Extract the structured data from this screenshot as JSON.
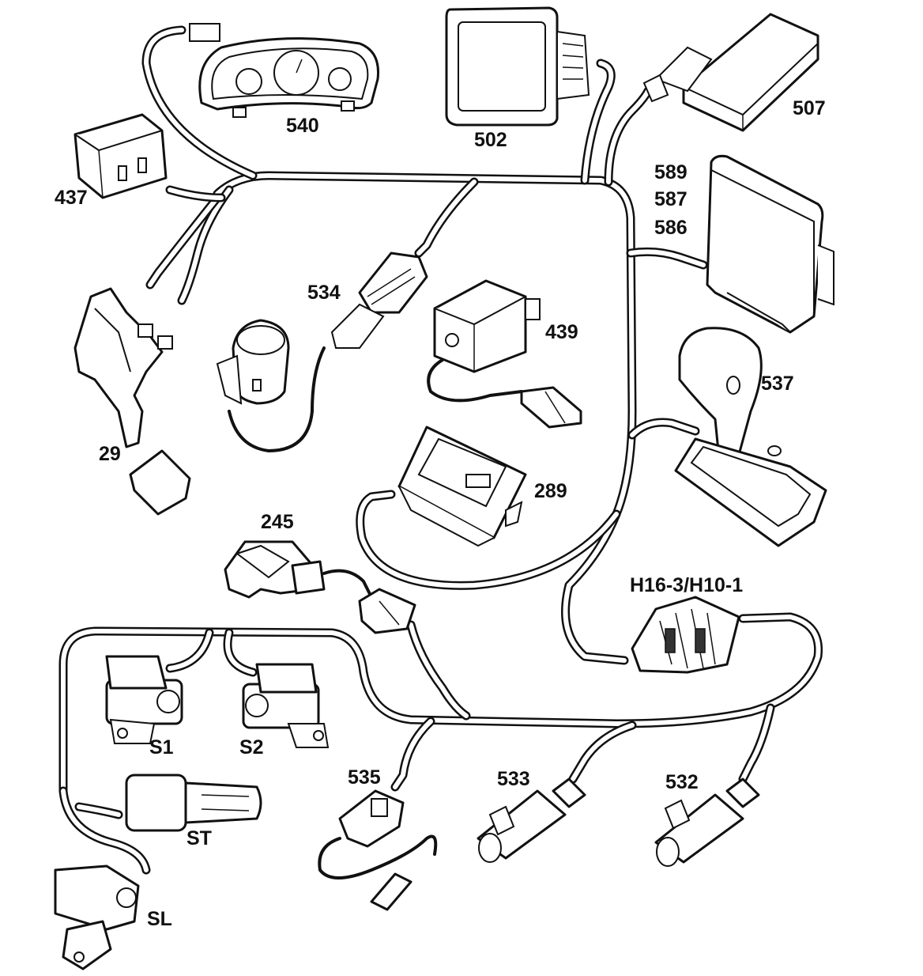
{
  "labels": {
    "c540": "540",
    "c502": "502",
    "c507": "507",
    "c437": "437",
    "c589": "589",
    "c587": "587",
    "c586": "586",
    "c534": "534",
    "c439": "439",
    "c537": "537",
    "c29": "29",
    "c289": "289",
    "c245": "245",
    "cH16": "H16-3/H10-1",
    "cS1": "S1",
    "cS2": "S2",
    "c535": "535",
    "c533": "533",
    "c532": "532",
    "cST": "ST",
    "cSL": "SL"
  }
}
